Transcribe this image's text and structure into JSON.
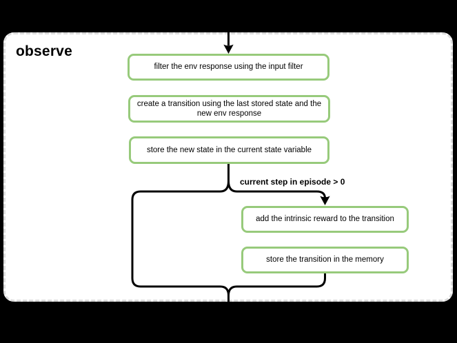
{
  "page": {
    "background": "#000000"
  },
  "diagram": {
    "group_title": "observe",
    "condition_label": "current step in episode > 0",
    "nodes": [
      {
        "name": "filter-env-response",
        "lines": [
          "filter the env response using the input filter"
        ]
      },
      {
        "name": "create-transition",
        "lines": [
          "create a transition using the last stored state and the",
          "new env response"
        ]
      },
      {
        "name": "store-new-state",
        "lines": [
          "store the new state in the current state variable"
        ]
      },
      {
        "name": "add-intrinsic-reward",
        "lines": [
          "add the intrinsic reward to the transition"
        ]
      },
      {
        "name": "store-transition-memory",
        "lines": [
          "store the transition in the memory"
        ]
      }
    ],
    "colors": {
      "background": "#000000",
      "container_fill": "#ffffff",
      "container_border": "#dcdcdc",
      "node_border": "#97ca7b",
      "node_fill": "#ffffff",
      "connector": "#000000",
      "text": "#000000"
    }
  }
}
